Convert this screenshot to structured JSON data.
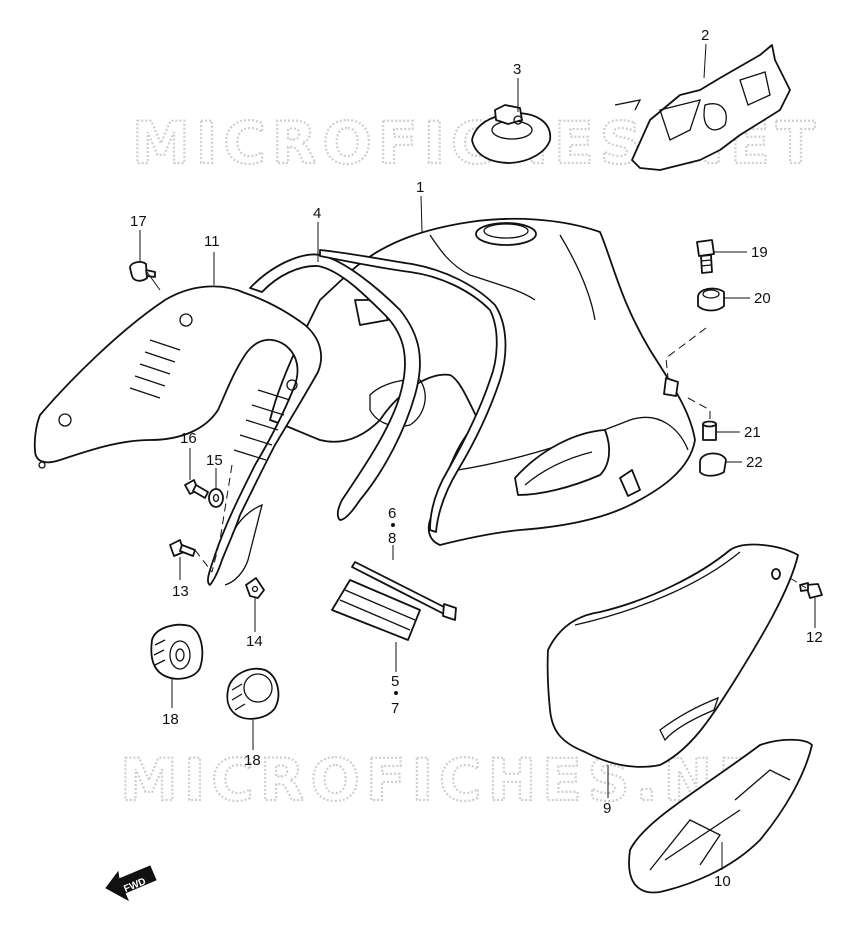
{
  "watermark": "MICROFICHES.NET",
  "fwd_label": "FWD",
  "callouts": [
    {
      "id": "c1",
      "text": "1"
    },
    {
      "id": "c2",
      "text": "2"
    },
    {
      "id": "c3",
      "text": "3"
    },
    {
      "id": "c4",
      "text": "4"
    },
    {
      "id": "c5",
      "text": "5"
    },
    {
      "id": "c6",
      "text": "6"
    },
    {
      "id": "c7",
      "text": "7"
    },
    {
      "id": "c8",
      "text": "8"
    },
    {
      "id": "c9",
      "text": "9"
    },
    {
      "id": "c10",
      "text": "10"
    },
    {
      "id": "c11",
      "text": "11"
    },
    {
      "id": "c12",
      "text": "12"
    },
    {
      "id": "c13",
      "text": "13"
    },
    {
      "id": "c14",
      "text": "14"
    },
    {
      "id": "c15",
      "text": "15"
    },
    {
      "id": "c16",
      "text": "16"
    },
    {
      "id": "c17",
      "text": "17"
    },
    {
      "id": "c18a",
      "text": "18"
    },
    {
      "id": "c18b",
      "text": "18"
    },
    {
      "id": "c19",
      "text": "19"
    },
    {
      "id": "c20",
      "text": "20"
    },
    {
      "id": "c21",
      "text": "21"
    },
    {
      "id": "c22",
      "text": "22"
    }
  ]
}
